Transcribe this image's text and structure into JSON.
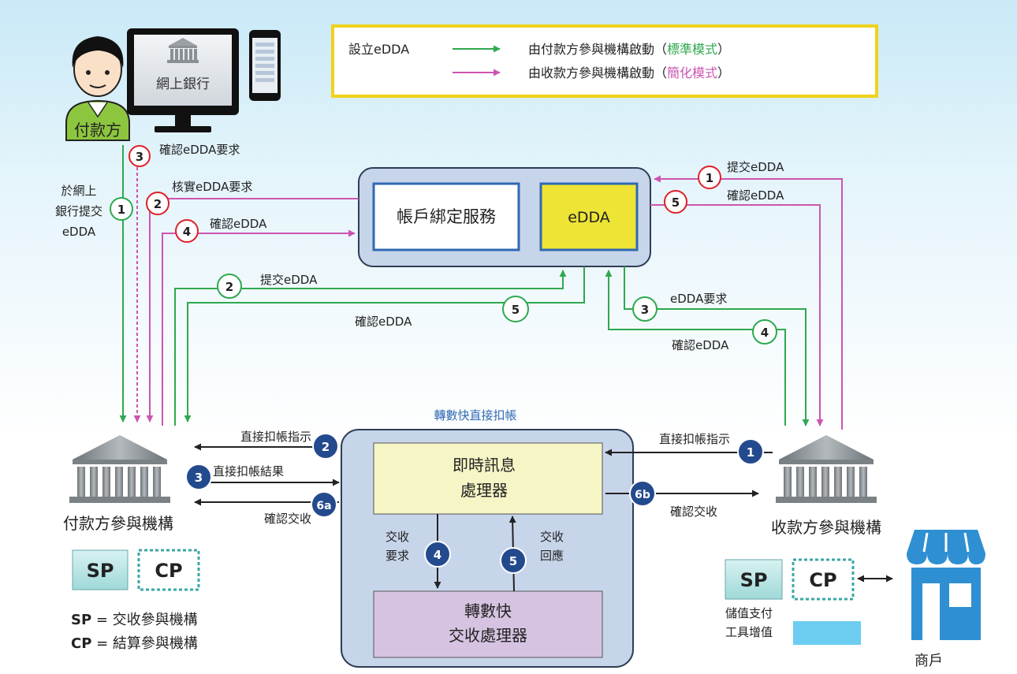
{
  "legend": {
    "setup_label": "設立eDDA",
    "green_prefix": "由付款方參與機構啟動（",
    "green_mode": "標準模式",
    "pink_prefix": "由收款方參與機構啟動（",
    "pink_mode": "簡化模式",
    "close_paren": "）",
    "green_color": "#2fa84f",
    "pink_color": "#cc55b0"
  },
  "payer": {
    "label": "付款方",
    "screen_label": "網上銀行"
  },
  "payer_bank_label": "付款方參與機構",
  "payee_bank_label": "收款方參與機構",
  "merchant_label": "商戶",
  "binding_service": {
    "service_label": "帳戶綁定服務",
    "edda_label": "eDDA"
  },
  "fps": {
    "title": "轉數快直接扣帳",
    "messenger_line1": "即時訊息",
    "messenger_line2": "處理器",
    "clearing_line1": "轉數快",
    "clearing_line2": "交收處理器"
  },
  "left_steps": {
    "s3_label": "確認eDDA要求",
    "s1_line1": "於網上",
    "s1_line2": "銀行提交",
    "s1_line3": "eDDA",
    "p2_label": "核實eDDA要求",
    "p4_label": "確認eDDA",
    "g2_label": "提交eDDA",
    "g5_label": "確認eDDA"
  },
  "right_steps": {
    "p1_label": "提交eDDA",
    "p5_label": "確認eDDA",
    "g3_label": "eDDA要求",
    "g4_label": "確認eDDA"
  },
  "flow": {
    "debit_instruction_payer": "直接扣帳指示",
    "debit_result": "直接扣帳結果",
    "confirm_settlement_payer": "確認交收",
    "debit_instruction_payee": "直接扣帳指示",
    "confirm_settlement_payee": "確認交收",
    "settle_req_line1": "交收",
    "settle_req_line2": "要求",
    "settle_resp_line1": "交收",
    "settle_resp_line2": "回應"
  },
  "badges": {
    "b1": "1",
    "b2": "2",
    "b3": "3",
    "b4": "4",
    "b5": "5",
    "b6a": "6a",
    "b6b": "6b"
  },
  "sp_cp": {
    "sp": "SP",
    "cp": "CP",
    "sp_def_key": "SP",
    "sp_def_val": " = 交收參與機構",
    "cp_def_key": "CP",
    "cp_def_val": " = 結算參與機構",
    "stored_value_line1": "儲值支付",
    "stored_value_line2": "工具增值"
  }
}
